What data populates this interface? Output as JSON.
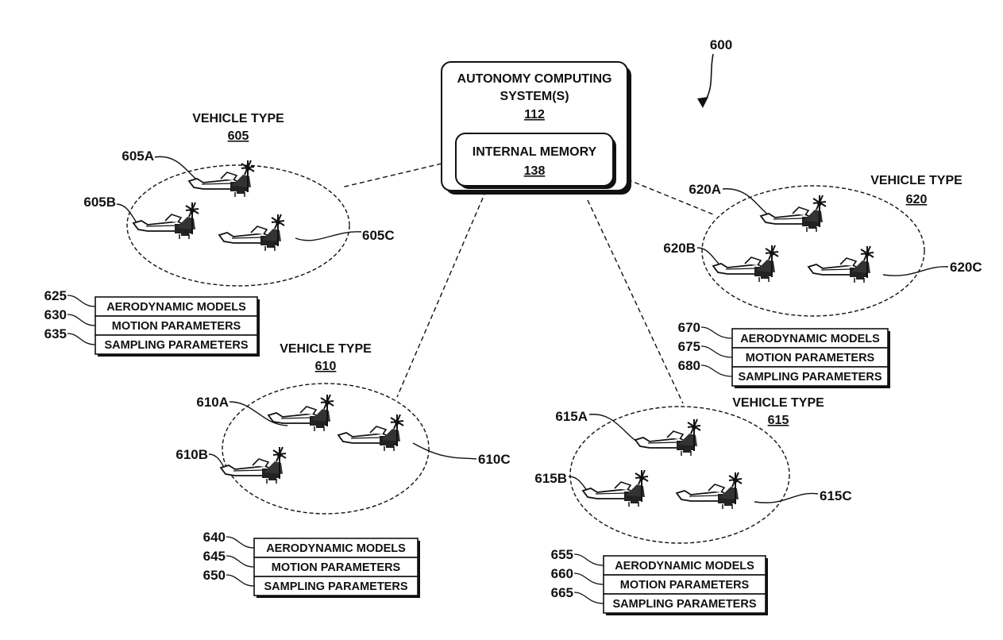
{
  "figure_number": "600",
  "computing_system": {
    "title_line1": "AUTONOMY COMPUTING",
    "title_line2": "SYSTEM(S)",
    "ref": "112",
    "memory_title": "INTERNAL MEMORY",
    "memory_ref": "138"
  },
  "vehicle_types": [
    {
      "key": "605",
      "title": "VEHICLE TYPE",
      "ref": "605",
      "vehicles": [
        "605A",
        "605B",
        "605C"
      ],
      "params": [
        {
          "ref": "625",
          "label": "AERODYNAMIC MODELS"
        },
        {
          "ref": "630",
          "label": "MOTION PARAMETERS"
        },
        {
          "ref": "635",
          "label": "SAMPLING PARAMETERS"
        }
      ]
    },
    {
      "key": "610",
      "title": "VEHICLE TYPE",
      "ref": "610",
      "vehicles": [
        "610A",
        "610B",
        "610C"
      ],
      "params": [
        {
          "ref": "640",
          "label": "AERODYNAMIC MODELS"
        },
        {
          "ref": "645",
          "label": "MOTION PARAMETERS"
        },
        {
          "ref": "650",
          "label": "SAMPLING PARAMETERS"
        }
      ]
    },
    {
      "key": "615",
      "title": "VEHICLE TYPE",
      "ref": "615",
      "vehicles": [
        "615A",
        "615B",
        "615C"
      ],
      "params": [
        {
          "ref": "655",
          "label": "AERODYNAMIC MODELS"
        },
        {
          "ref": "660",
          "label": "MOTION PARAMETERS"
        },
        {
          "ref": "665",
          "label": "SAMPLING PARAMETERS"
        }
      ]
    },
    {
      "key": "620",
      "title": "VEHICLE TYPE",
      "ref": "620",
      "vehicles": [
        "620A",
        "620B",
        "620C"
      ],
      "params": [
        {
          "ref": "670",
          "label": "AERODYNAMIC MODELS"
        },
        {
          "ref": "675",
          "label": "MOTION PARAMETERS"
        },
        {
          "ref": "680",
          "label": "SAMPLING PARAMETERS"
        }
      ]
    }
  ],
  "icons": {
    "vehicle": "tiltrotor-aircraft-icon",
    "pointer": "curved-arrow-icon"
  },
  "colors": {
    "ink": "#111111",
    "background": "#ffffff"
  }
}
